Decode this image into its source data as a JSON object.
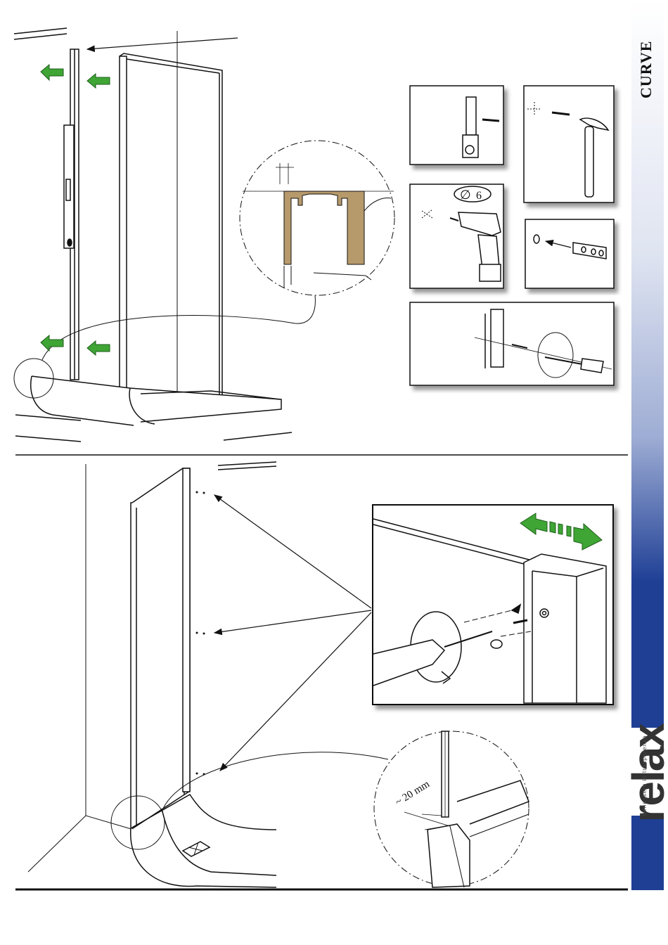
{
  "document": {
    "product_title": "CURVE",
    "brand": {
      "name": "relax",
      "tagline": "benessere in trasparenza"
    }
  },
  "top_section": {
    "drill_diameter": "6"
  },
  "bottom_section": {
    "gap_dimension": "~ 20 mm"
  },
  "colors": {
    "arrow_green": "#3fa535",
    "profile_tan": "#b79a6c",
    "sidebar_blue_top": "#ffffff",
    "sidebar_blue_bottom": "#1f3f95"
  }
}
